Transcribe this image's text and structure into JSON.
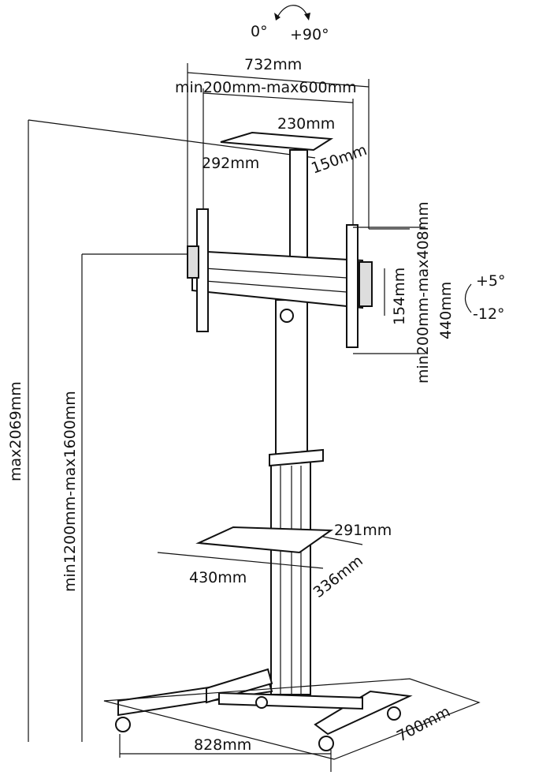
{
  "diagram": {
    "rotation": {
      "start": "0°",
      "end": "+90°"
    },
    "vesa_width": "732mm",
    "vesa_horizontal_range": "min200mm-max600mm",
    "top_plate_width": "230mm",
    "top_plate_depth_left": "292mm",
    "top_plate_depth_right": "150mm",
    "vesa_vertical_range": "min200mm-max408mm",
    "bracket_height": "154mm",
    "bracket_total_height": "440mm",
    "tilt": {
      "up": "+5°",
      "down": "-12°"
    },
    "max_height": "max2069mm",
    "center_height_range": "min1200mm-max1600mm",
    "shelf_width_back": "291mm",
    "shelf_width": "430mm",
    "shelf_depth": "336mm",
    "base_width": "828mm",
    "base_depth": "700mm"
  }
}
